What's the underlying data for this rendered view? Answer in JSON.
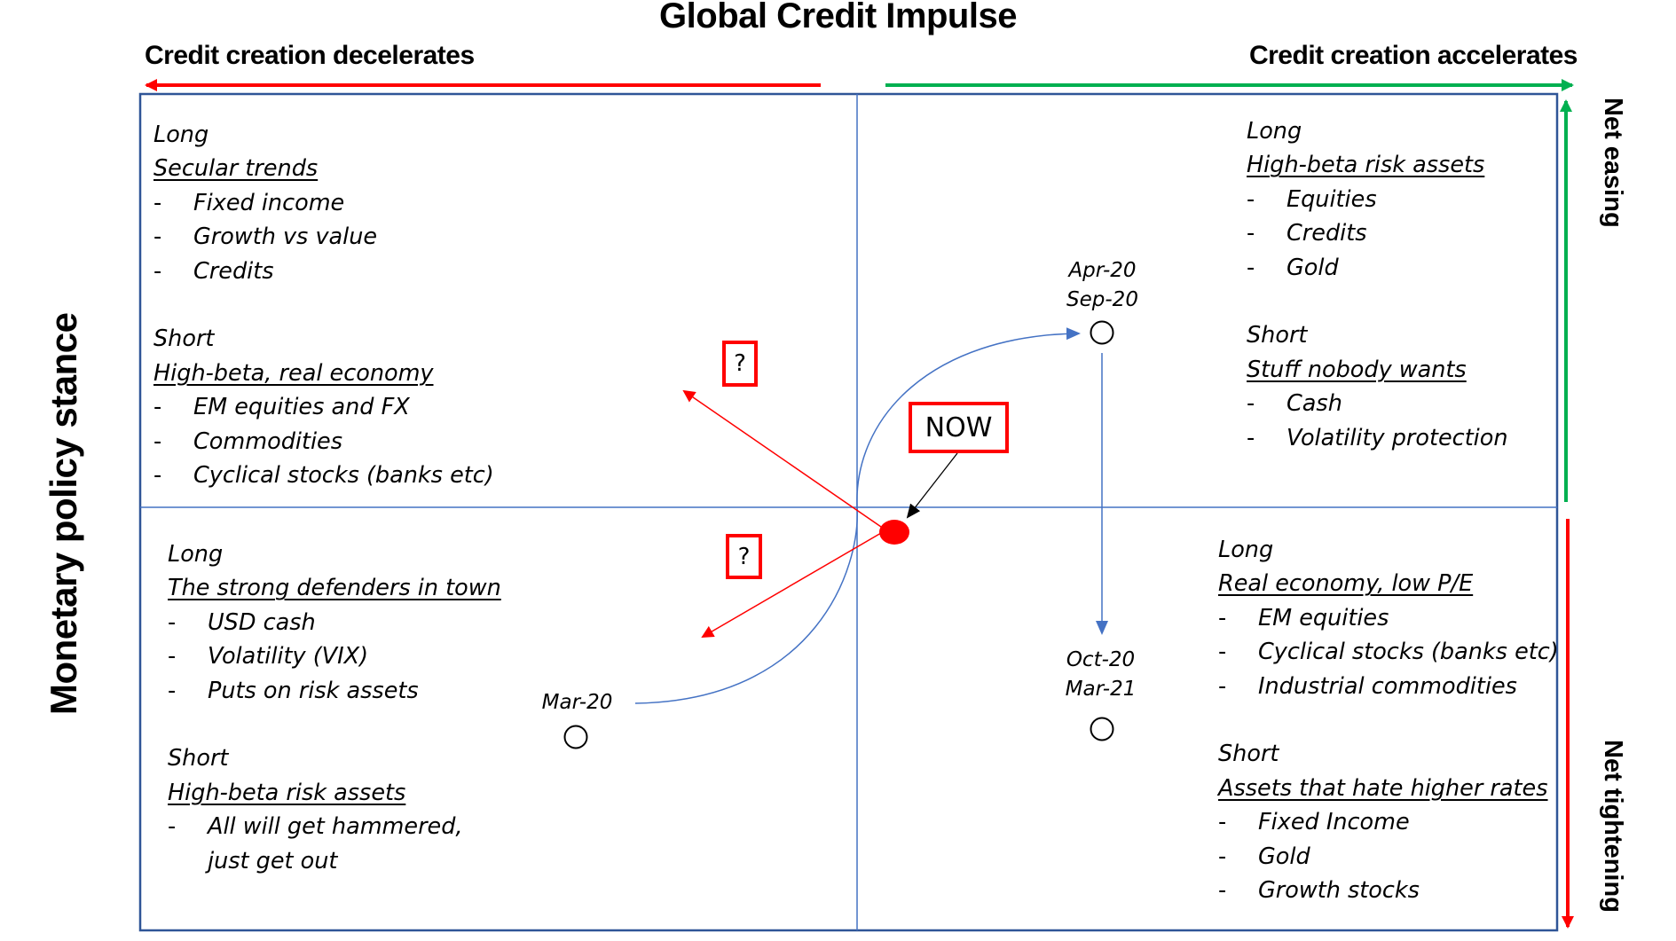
{
  "title": "Global Credit Impulse",
  "axes": {
    "x_left_label": "Credit creation decelerates",
    "x_right_label": "Credit creation accelerates",
    "y_label": "Monetary policy stance",
    "y_top_label": "Net easing",
    "y_bottom_label": "Net tightening"
  },
  "colors": {
    "decelerate_arrow": "#ff0000",
    "accelerate_arrow": "#00b050",
    "easing_arrow": "#00b050",
    "tightening_arrow": "#ff0000",
    "frame": "#2f5597",
    "gridline": "#4472c4",
    "path_arrow": "#4472c4",
    "now_marker": "#ff0000",
    "callout_border": "#ff0000"
  },
  "quadrants": {
    "top_left": {
      "long_heading": "Long",
      "long_theme": "Secular trends",
      "long_items": [
        "Fixed income",
        "Growth vs value",
        "Credits"
      ],
      "short_heading": "Short",
      "short_theme": "High-beta, real economy",
      "short_items": [
        "EM equities and FX",
        "Commodities",
        "Cyclical stocks (banks etc)"
      ]
    },
    "top_right": {
      "long_heading": "Long",
      "long_theme": "High-beta risk assets",
      "long_items": [
        "Equities",
        "Credits",
        "Gold"
      ],
      "short_heading": "Short",
      "short_theme": "Stuff nobody wants",
      "short_items": [
        "Cash",
        "Volatility protection"
      ]
    },
    "bottom_left": {
      "long_heading": "Long",
      "long_theme": "The strong defenders in town",
      "long_items": [
        "USD cash",
        "Volatility (VIX)",
        "Puts on risk assets"
      ],
      "short_heading": "Short",
      "short_theme": "High-beta risk assets",
      "short_items": [
        "All will get hammered,"
      ],
      "short_items_continuation": "just get out"
    },
    "bottom_right": {
      "long_heading": "Long",
      "long_theme": "Real economy, low P/E",
      "long_items": [
        "EM equities",
        "Cyclical stocks (banks etc)",
        "Industrial commodities"
      ],
      "short_heading": "Short",
      "short_theme": "Assets that hate higher rates",
      "short_items": [
        "Fixed Income",
        "Gold",
        "Growth stocks"
      ]
    }
  },
  "bullet_char": "-",
  "markers": {
    "mar20": {
      "label": "Mar-20"
    },
    "apr_sep20": {
      "label_1": "Apr-20",
      "label_2": "Sep-20"
    },
    "oct20_mar21": {
      "label_1": "Oct-20",
      "label_2": "Mar-21"
    },
    "now": {
      "label": "NOW"
    },
    "question_upper": {
      "label": "?"
    },
    "question_lower": {
      "label": "?"
    }
  }
}
